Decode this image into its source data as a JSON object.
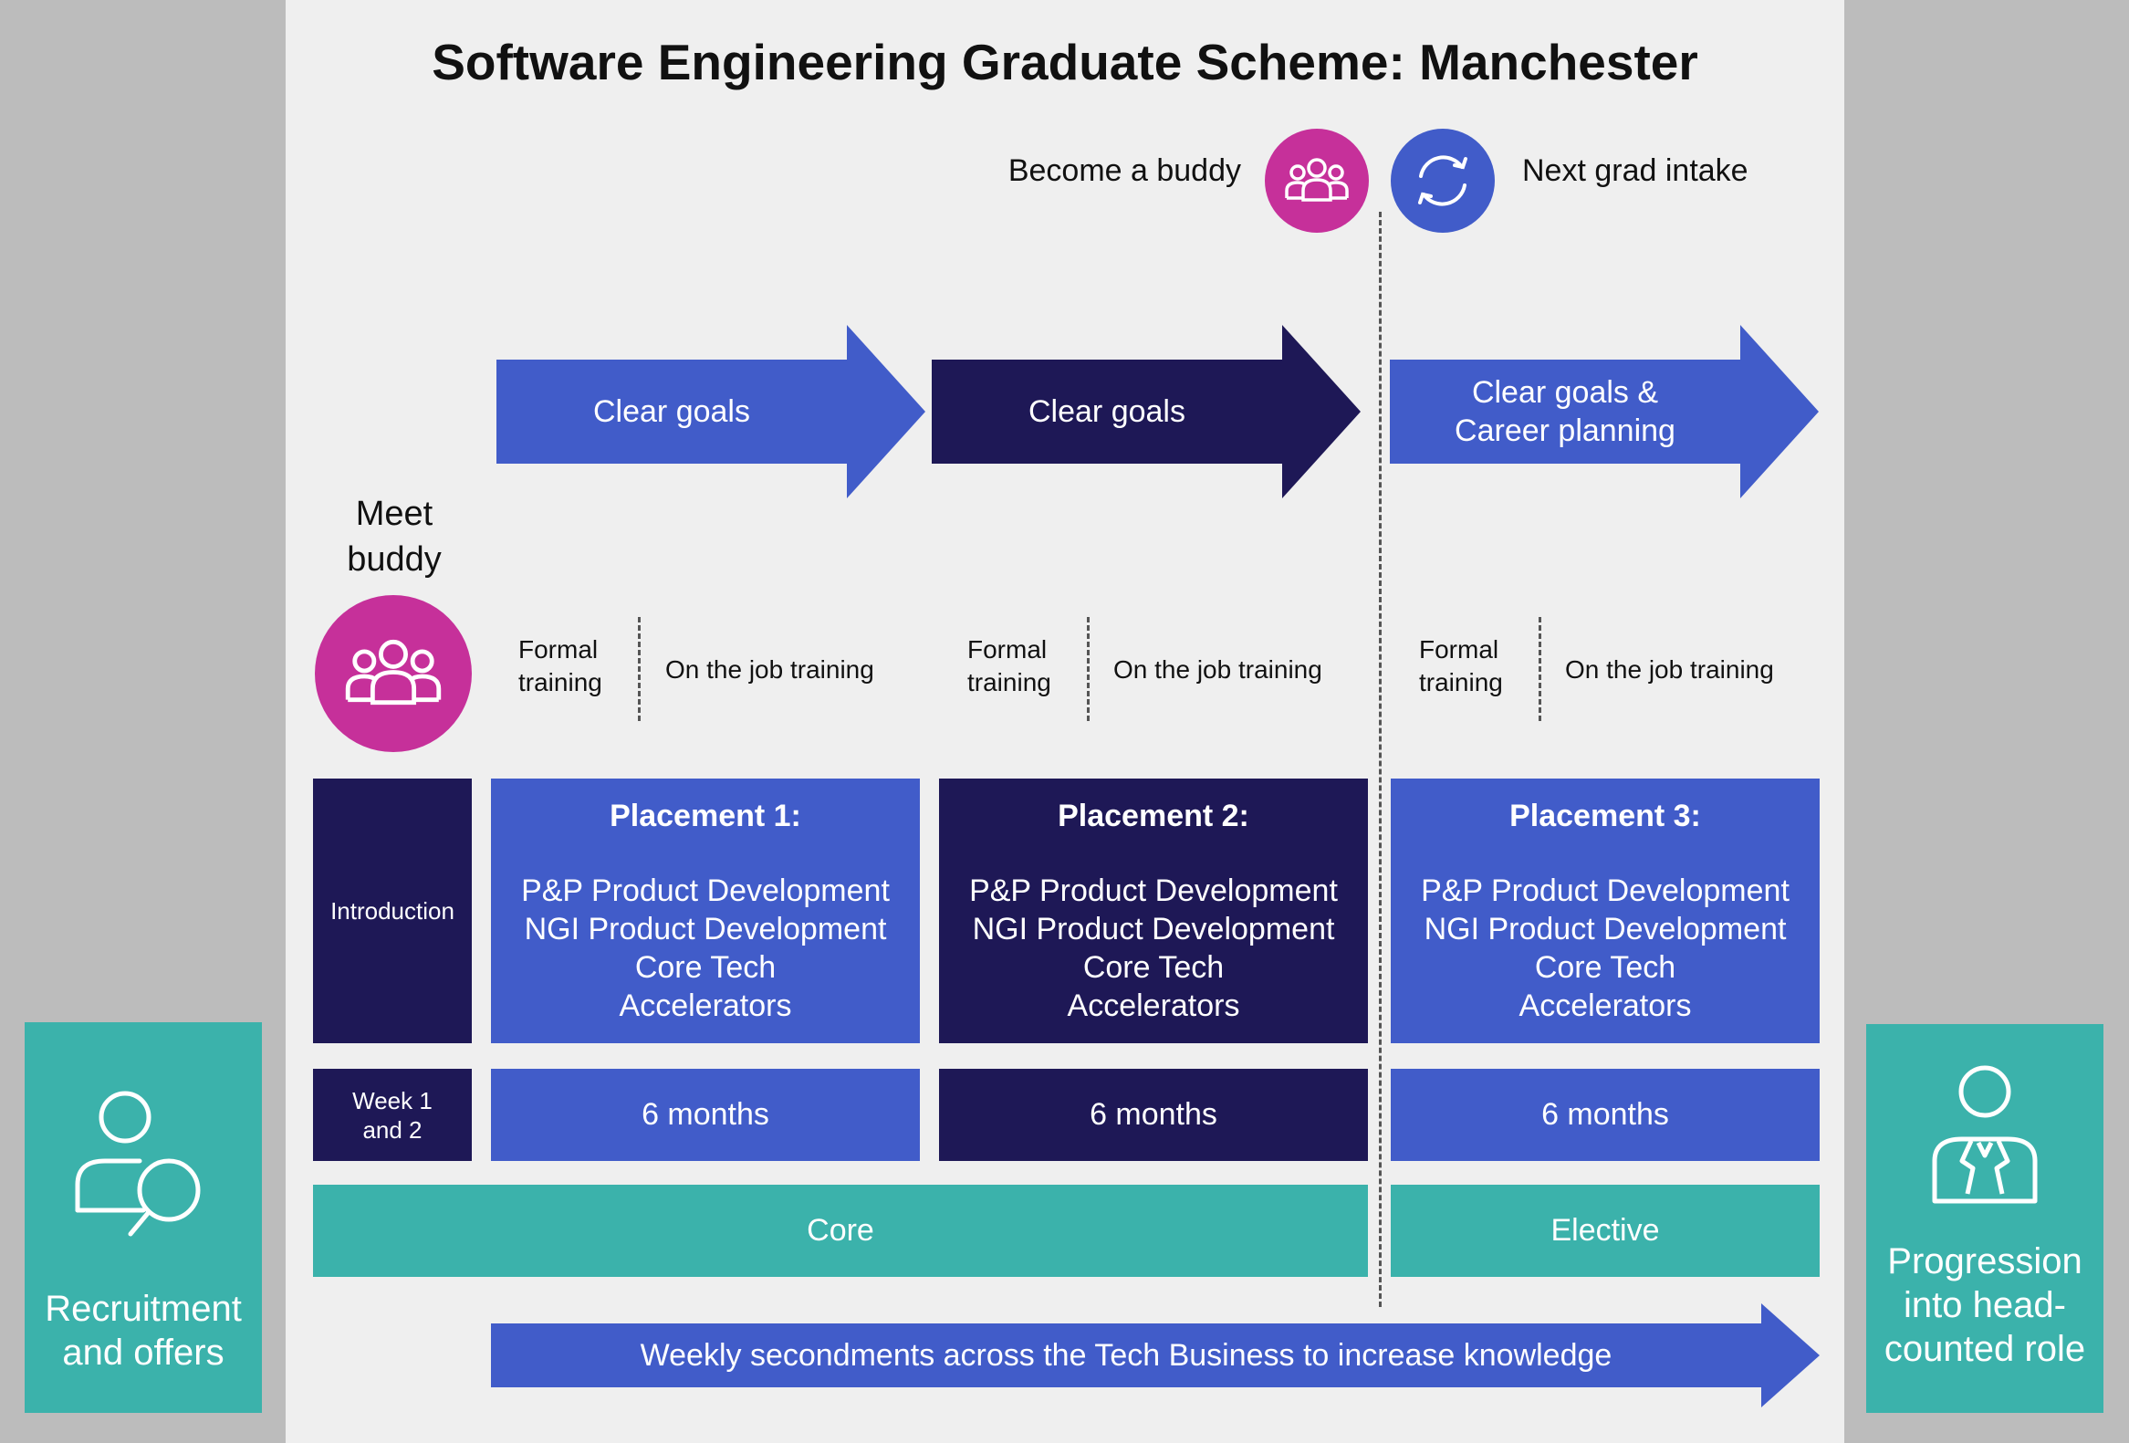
{
  "title": "Software Engineering Graduate Scheme: Manchester",
  "top": {
    "become_buddy": "Become a buddy",
    "next_intake": "Next grad intake"
  },
  "arrows": [
    "Clear goals",
    "Clear goals",
    "Clear goals &",
    "Career planning"
  ],
  "meet_buddy": [
    "Meet",
    "buddy"
  ],
  "training": {
    "formal": [
      "Formal",
      "training"
    ],
    "on_job": "On the job training"
  },
  "intro": {
    "label": "Introduction",
    "weeks": [
      "Week 1",
      "and 2"
    ]
  },
  "placements": [
    {
      "heading": "Placement 1:",
      "lines": [
        "P&P Product Development",
        "NGI Product Development",
        "Core Tech",
        "Accelerators"
      ],
      "duration": "6 months"
    },
    {
      "heading": "Placement 2:",
      "lines": [
        "P&P Product Development",
        "NGI Product Development",
        "Core Tech",
        "Accelerators"
      ],
      "duration": "6 months"
    },
    {
      "heading": "Placement 3:",
      "lines": [
        "P&P Product Development",
        "NGI Product Development",
        "Core Tech",
        "Accelerators"
      ],
      "duration": "6 months"
    }
  ],
  "bars": {
    "core": "Core",
    "elective": "Elective",
    "secondments": "Weekly secondments across the Tech Business to increase knowledge"
  },
  "left_panel": [
    "Recruitment",
    "and offers"
  ],
  "right_panel": [
    "Progression",
    "into head-",
    "counted role"
  ],
  "colors": {
    "blue": "#415cc9",
    "navy": "#1e1856",
    "teal": "#3bb2ab",
    "magenta": "#c6309a",
    "grey_bg": "#bcbcbc",
    "panel_bg": "#efefef"
  },
  "icons": [
    "group-icon",
    "refresh-icon",
    "person-search-icon",
    "businessperson-icon"
  ]
}
